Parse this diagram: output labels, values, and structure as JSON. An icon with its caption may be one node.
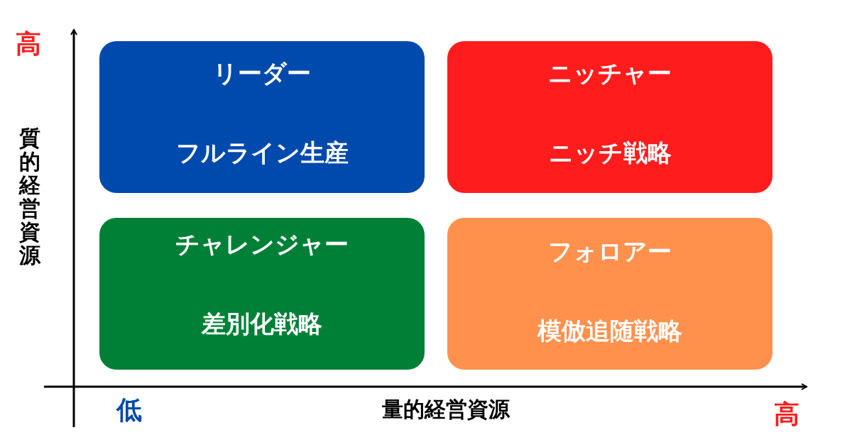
{
  "diagram": {
    "nodes": [
      {
        "text": [
          "リーダー",
          "フルライン生産"
        ]
      },
      {
        "text": [
          "ニッチャー",
          "ニッチ戦略"
        ]
      },
      {
        "text": [
          "チャレンジャー",
          "差別化戦略"
        ]
      },
      {
        "text": [
          "フォロアー",
          "模倣追随戦略"
        ]
      }
    ],
    "labels": [
      "高",
      "質的経営資源",
      "低",
      "量的経営資源",
      "高"
    ]
  }
}
